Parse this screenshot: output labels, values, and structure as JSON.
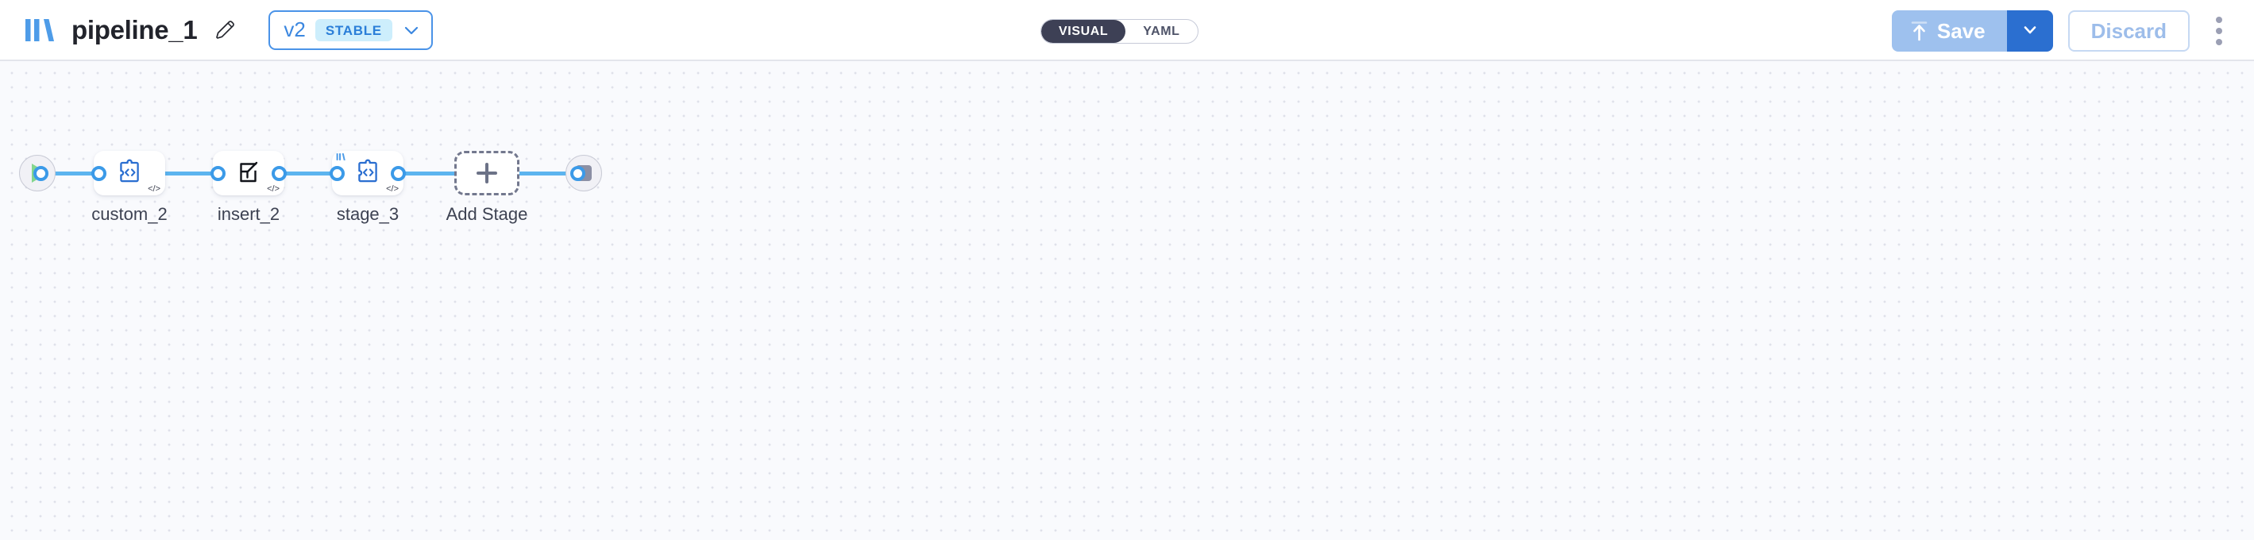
{
  "header": {
    "logo_icon": "bars-logo-icon",
    "title": "pipeline_1",
    "edit_icon": "pencil-icon",
    "version": {
      "label": "v2",
      "chip": "STABLE",
      "chevron_icon": "chevron-down-icon"
    },
    "view_toggle": {
      "options": [
        "VISUAL",
        "YAML"
      ],
      "selected": "VISUAL"
    },
    "actions": {
      "save_label": "Save",
      "save_icon": "upload-arrow-icon",
      "save_caret_icon": "chevron-down-icon",
      "discard_label": "Discard",
      "more_icon": "kebab-menu-icon"
    }
  },
  "canvas": {
    "start_node": {
      "name": "start",
      "icon": "play-icon"
    },
    "end_node": {
      "name": "end",
      "icon": "stop-icon"
    },
    "nodes": [
      {
        "label": "custom_2",
        "icon": "puzzle-code-icon",
        "tag": "</>",
        "badge": null
      },
      {
        "label": "insert_2",
        "icon": "insert-square-icon",
        "tag": "</>",
        "badge": null
      },
      {
        "label": "stage_3",
        "icon": "puzzle-code-icon",
        "tag": "</>",
        "badge": "bars-logo-icon"
      }
    ],
    "add_stage": {
      "label": "Add Stage",
      "icon": "plus-icon"
    }
  },
  "colors": {
    "accent_blue": "#3b9ae8",
    "edge_blue": "#5cb4ef",
    "node_icon_blue": "#2a6ed0",
    "toggle_dark": "#3d4055",
    "save_blue": "#9ec1ee",
    "save_caret_blue": "#2b6fd0",
    "canvas_bg": "#f9fafd",
    "dot_grid": "#dfe1ea"
  }
}
